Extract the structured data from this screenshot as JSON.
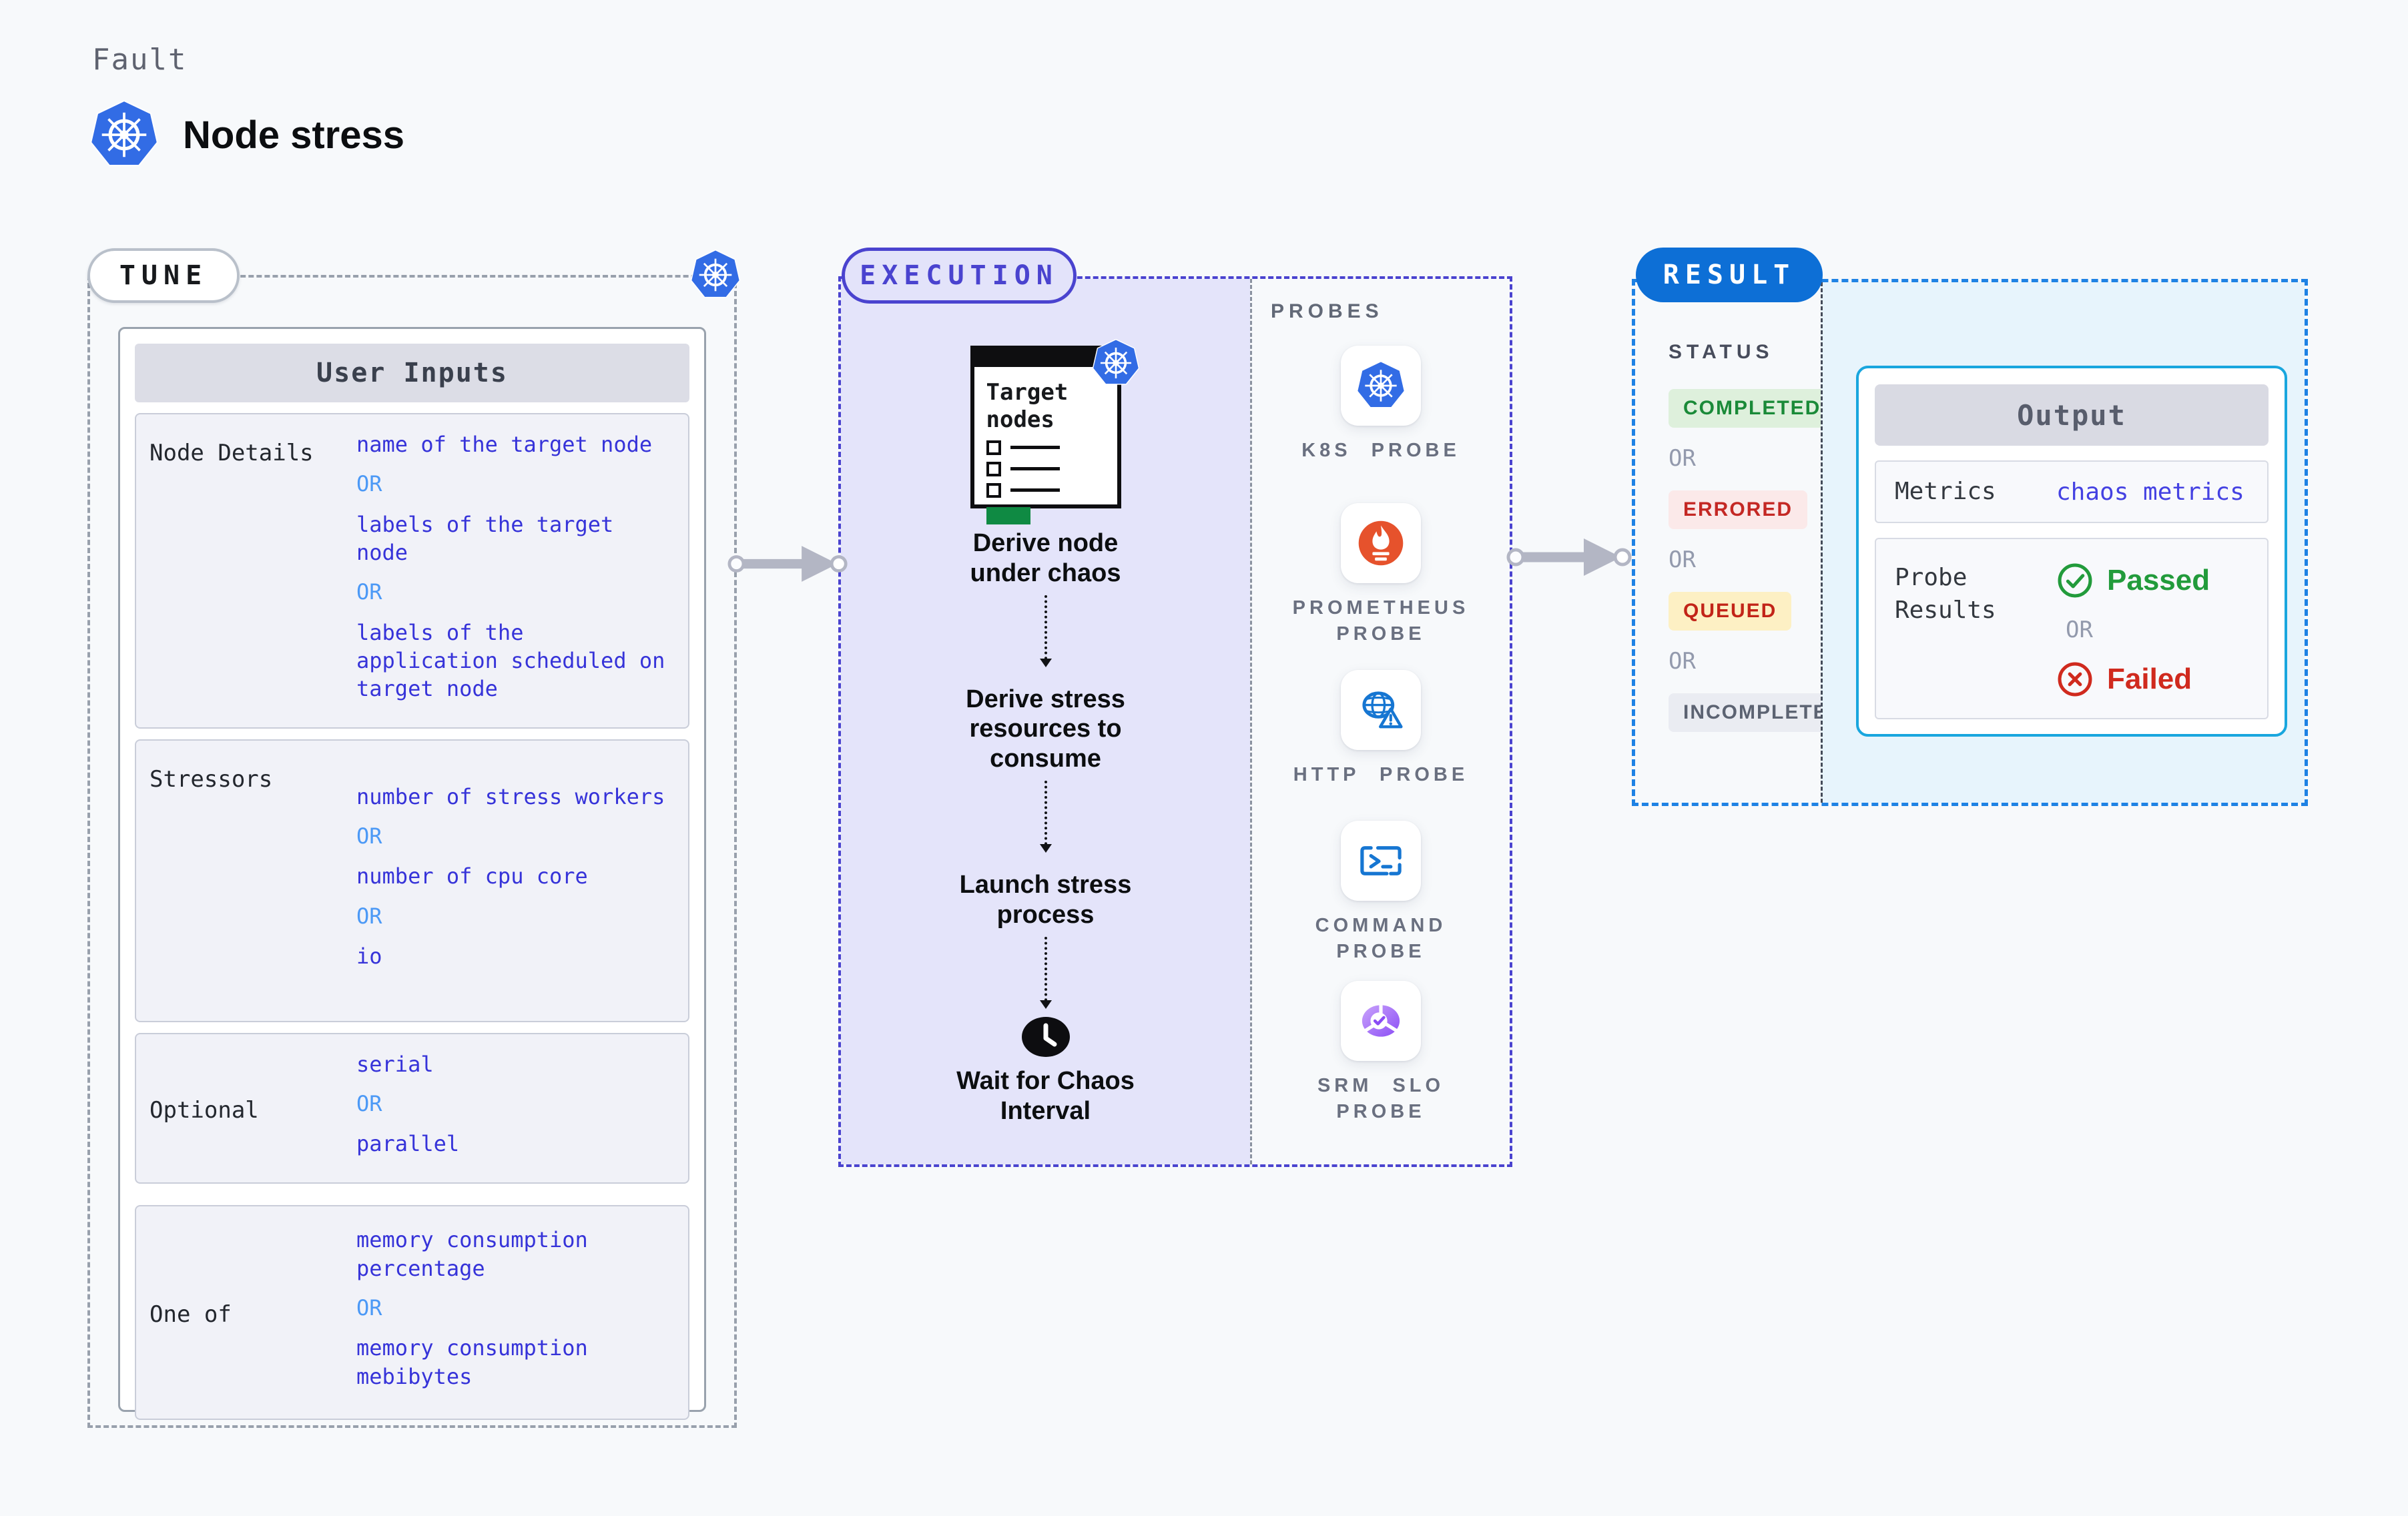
{
  "header": {
    "eyebrow": "Fault",
    "title": "Node stress"
  },
  "colors": {
    "kubernetes_blue": "#326ce5",
    "execution_accent": "#4a43cf",
    "execution_fill": "#e4e4fa",
    "result_pill_blue": "#0d6fd6",
    "result_border_blue": "#1e82e4",
    "output_border_cyan": "#19a6de",
    "output_fill_cyan": "#e7f4fc",
    "value_indigo": "#3633d9",
    "or_blue": "#4c99f6",
    "passed_green": "#229b3b",
    "failed_red": "#d02a1e",
    "prometheus_orange": "#e6522c",
    "srm_purple": "#9b6cf9"
  },
  "tune": {
    "pill": "TUNE",
    "table_header": "User Inputs",
    "rows": [
      {
        "label": "Node Details",
        "items": [
          {
            "type": "value",
            "text": "name of the target node"
          },
          {
            "type": "or",
            "text": "OR"
          },
          {
            "type": "value",
            "text": "labels of the target node"
          },
          {
            "type": "or",
            "text": "OR"
          },
          {
            "type": "value",
            "text": "labels of the application scheduled on target node"
          }
        ]
      },
      {
        "label": "Stressors",
        "items": [
          {
            "type": "value",
            "text": "number of stress workers"
          },
          {
            "type": "or",
            "text": "OR"
          },
          {
            "type": "value",
            "text": "number of cpu core"
          },
          {
            "type": "or",
            "text": "OR"
          },
          {
            "type": "value",
            "text": "io"
          }
        ]
      },
      {
        "label": "Optional",
        "items": [
          {
            "type": "value",
            "text": "serial"
          },
          {
            "type": "or",
            "text": "OR"
          },
          {
            "type": "value",
            "text": "parallel"
          }
        ]
      },
      {
        "label": "One of",
        "items": [
          {
            "type": "value",
            "text": "memory consumption percentage"
          },
          {
            "type": "or",
            "text": "OR"
          },
          {
            "type": "value",
            "text": "memory consumption mebibytes"
          }
        ]
      }
    ]
  },
  "execution": {
    "pill": "EXECUTION",
    "target_card_title": "Target nodes",
    "steps": [
      "Derive node under chaos",
      "Derive stress resources to consume",
      "Launch stress process"
    ],
    "wait_step": "Wait for Chaos Interval"
  },
  "probes": {
    "title": "PROBES",
    "items": [
      {
        "icon": "kubernetes-icon",
        "label": "K8S PROBE"
      },
      {
        "icon": "prometheus-icon",
        "label": "PROMETHEUS PROBE"
      },
      {
        "icon": "http-globe-warning-icon",
        "label": "HTTP PROBE"
      },
      {
        "icon": "command-terminal-icon",
        "label": "COMMAND PROBE"
      },
      {
        "icon": "srm-slo-icon",
        "label": "SRM SLO PROBE"
      }
    ]
  },
  "result": {
    "pill": "RESULT",
    "status_label": "STATUS",
    "or_label": "OR",
    "statuses": [
      {
        "label": "COMPLETED",
        "fg": "#1a8a38",
        "bg": "#def0dc"
      },
      {
        "label": "ERRORED",
        "fg": "#c42824",
        "bg": "#fbe9e9"
      },
      {
        "label": "QUEUED",
        "fg": "#c22418",
        "bg": "#fdf0c4"
      },
      {
        "label": "INCOMPLETED",
        "fg": "#5c6372",
        "bg": "#eaecf2"
      }
    ],
    "output": {
      "header": "Output",
      "metrics_label": "Metrics",
      "metrics_value": "chaos metrics",
      "probe_results_label": "Probe Results",
      "passed": "Passed",
      "or": "OR",
      "failed": "Failed"
    }
  }
}
